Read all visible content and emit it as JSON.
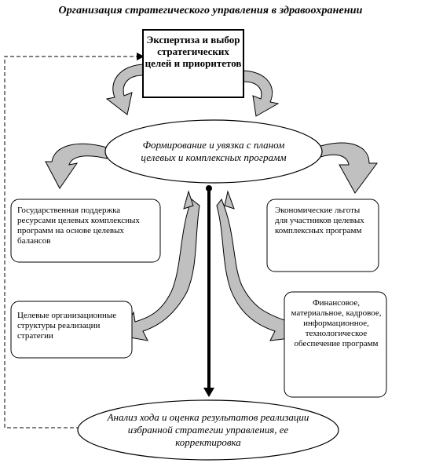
{
  "title": "Организация стратегического управления в здравоохранении",
  "nodes": {
    "top_box": "Экспертиза и выбор стратегических целей и приоритетов",
    "middle_ellipse": "Формирование и увязка с планом целевых и комплексных программ",
    "left_top_box": "Государственная поддержка ресурсами целевых комплексных программ на основе целевых балансов",
    "right_top_box": "Экономические льготы для участников целевых комплексных программ",
    "left_bottom_box": "Целевые организационные структуры реализации стратегии",
    "right_bottom_box": "Финансовое, материальное, кадровое, информационное, технологическое обеспечение программ",
    "bottom_ellipse": "Анализ хода и оценка результатов реализации избранной стратегии управления, ее корректировка"
  },
  "colors": {
    "stroke": "#000000",
    "arrow_fill": "#c0c0c0",
    "background": "#ffffff"
  }
}
